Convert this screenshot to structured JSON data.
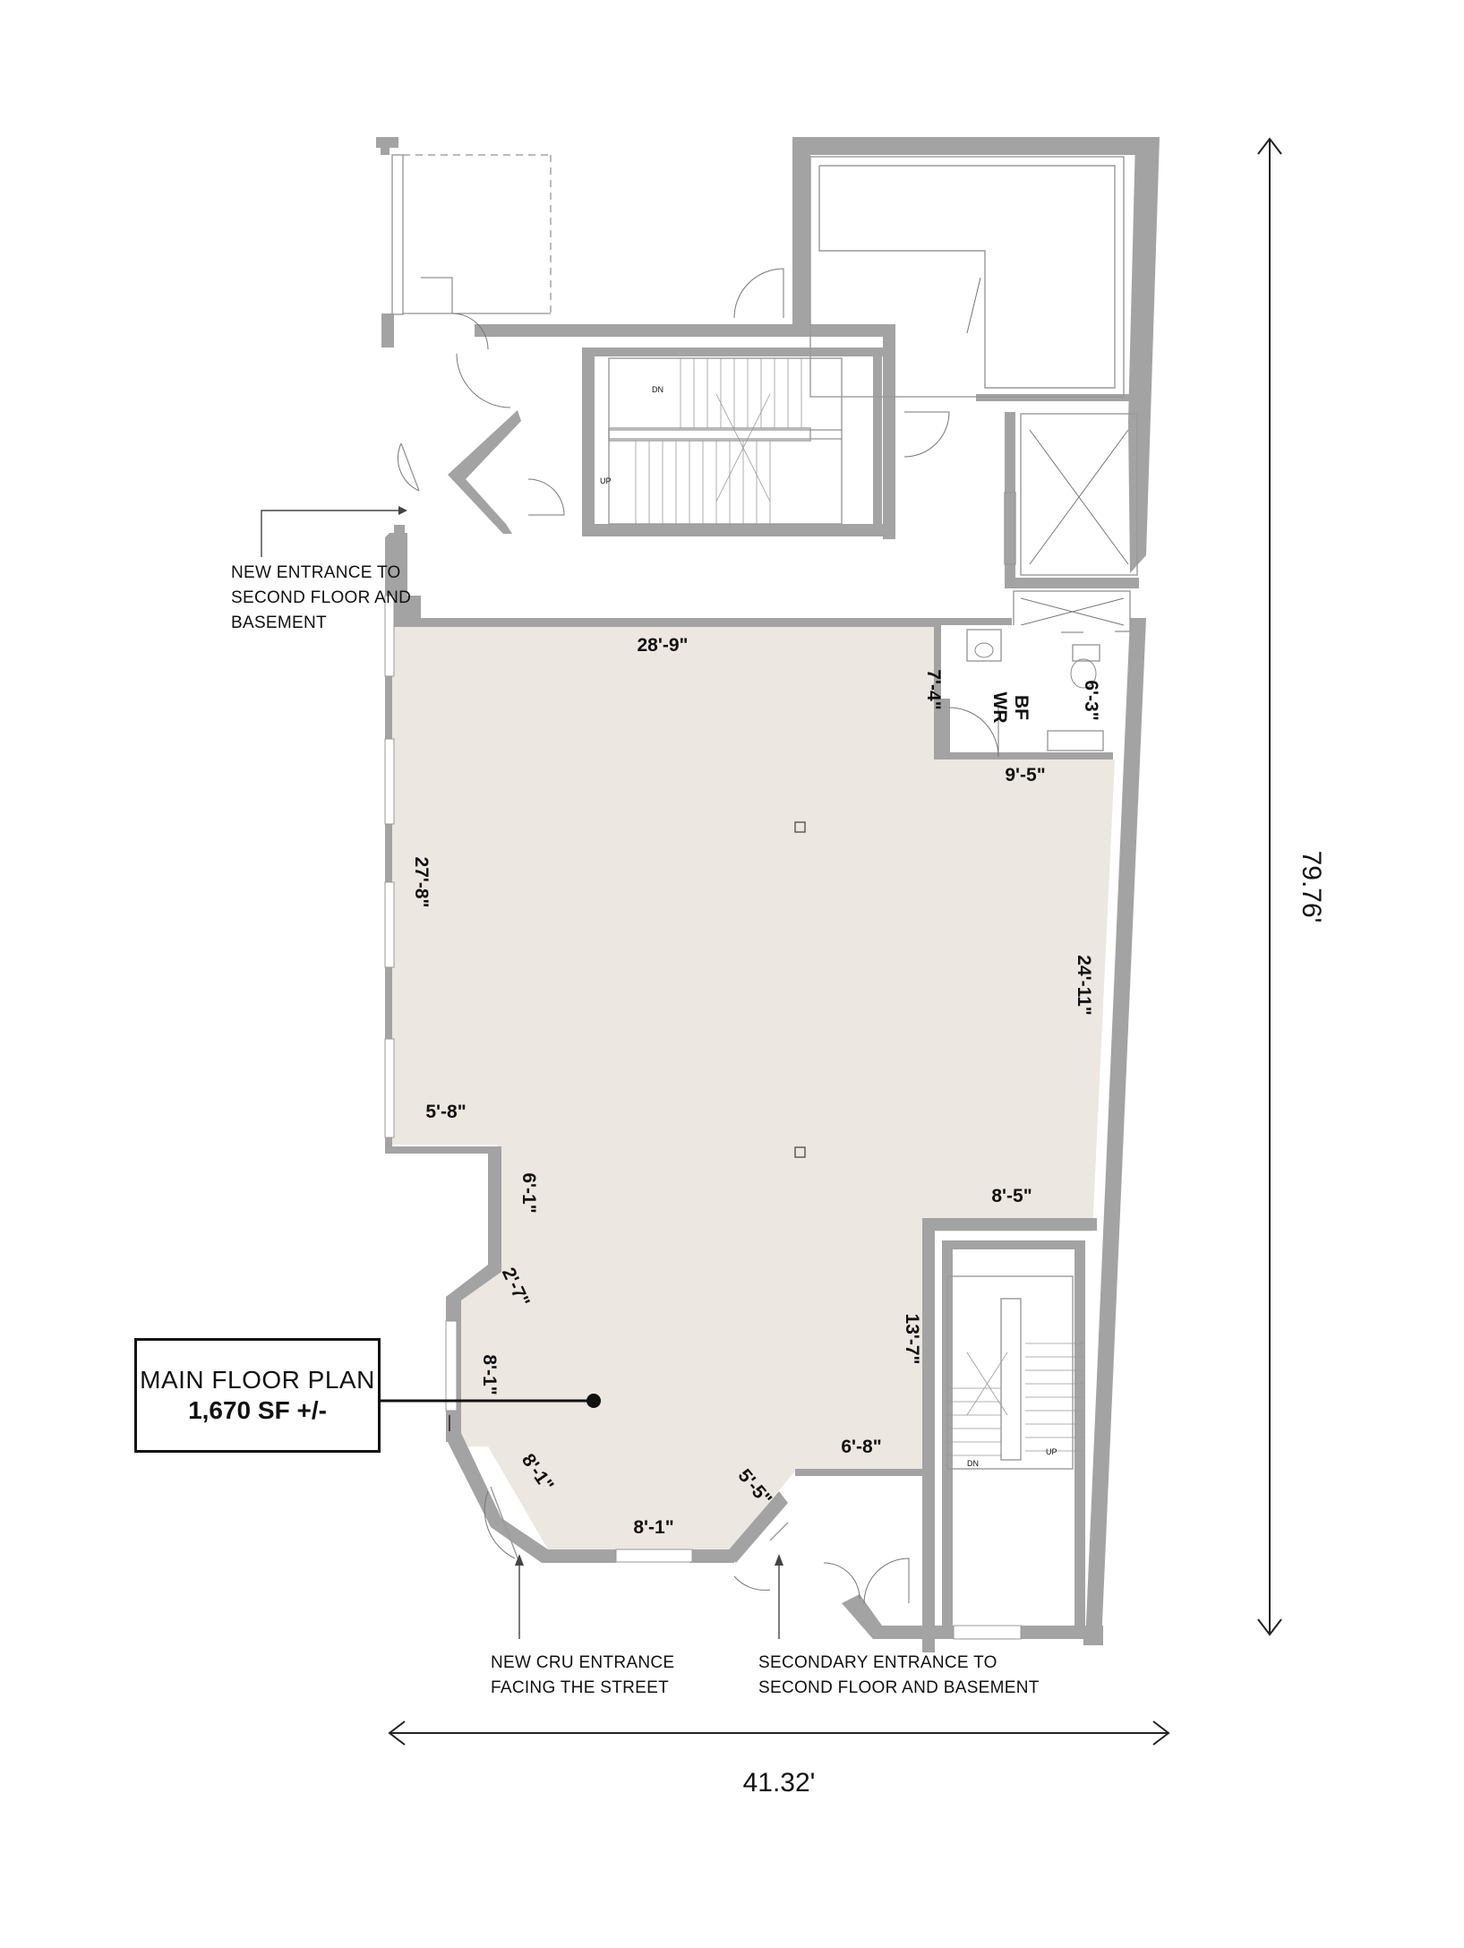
{
  "plan": {
    "title": "MAIN FLOOR PLAN",
    "area": "1,670 SF +/-"
  },
  "overall": {
    "width": "41.32'",
    "depth": "79.76'"
  },
  "notes": {
    "new_entrance_line1": "NEW ENTRANCE TO",
    "new_entrance_line2": "SECOND FLOOR AND",
    "new_entrance_line3": "BASEMENT",
    "cru_entrance_line1": "NEW CRU ENTRANCE",
    "cru_entrance_line2": "FACING THE STREET",
    "secondary_line1": "SECONDARY ENTRANCE TO",
    "secondary_line2": "SECOND FLOOR AND BASEMENT"
  },
  "dimensions": {
    "top_wall": "28'-9\"",
    "left_wall": "27'-8\"",
    "right_wall": "24'-11\"",
    "washroom_width": "9'-5\"",
    "washroom_depth_left": "7'-4\"",
    "washroom_depth_right": "6'-3\"",
    "step_in": "5'-8\"",
    "step_down": "6'-1\"",
    "bay_angle_upper": "2'-7\"",
    "bay_side": "8'-1\"",
    "bay_angle_lower": "8'-1\"",
    "bay_bottom": "8'-1\"",
    "bay_right_angle": "5'-5\"",
    "stair_right_top": "8'-5\"",
    "stair_left_side": "13'-7\"",
    "stair_bottom": "6'-8\""
  },
  "rooms": {
    "washroom_line1": "BF",
    "washroom_line2": "WR"
  },
  "stairs": {
    "rear_dn": "DN",
    "rear_up": "UP",
    "front_dn": "DN",
    "front_up": "UP"
  },
  "colors": {
    "floor_fill": "#ece7e0",
    "wall": "#a3a3a3",
    "ink": "#111111"
  }
}
